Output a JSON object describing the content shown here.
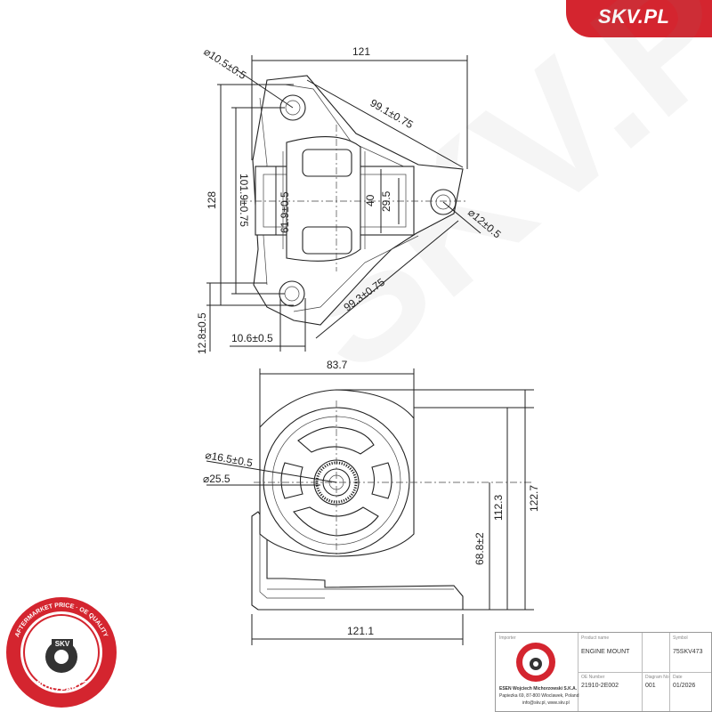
{
  "brand": {
    "label": "SKV.PL",
    "color": "#d4252f"
  },
  "watermark": {
    "text": "SKV.PL"
  },
  "drawing_top": {
    "dims": {
      "w121": "121",
      "h128": "128",
      "d105": "⌀10.5±0.5",
      "d991": "99.1±0.75",
      "d1019": "101.9±0.75",
      "d619": "61.9±0.5",
      "d40": "40",
      "d295": "29.5",
      "d12": "⌀12±0.5",
      "d993": "99.3±0.75",
      "d128b": "12.8±0.5",
      "d106": "10.6±0.5"
    }
  },
  "drawing_bottom": {
    "dims": {
      "w837": "83.7",
      "d165": "⌀16.5±0.5",
      "d255": "⌀25.5",
      "h1123": "112.3",
      "h1227": "122.7",
      "h688": "68.8±2",
      "w1211": "121.1"
    }
  },
  "title_block": {
    "importer_label": "Importer",
    "importer_name": "ESEN Wojciech Michorzowski S.K.A.",
    "importer_addr": "Papiezka 69, 87-800 Wloclawek, Poland",
    "importer_web": "info@skv.pl, www.skv.pl",
    "product_label": "Product name",
    "product_name": "ENGINE MOUNT",
    "symbol_label": "Symbol",
    "symbol": "75SKV473",
    "oe_label": "OE Number",
    "oe_number": "21910-2E002",
    "diagram_label": "Diagram No",
    "diagram_no": "001",
    "date_label": "Date",
    "date": "01/2026"
  },
  "badge": {
    "top_text": "AFTERMARKET PRICE · OE QUALITY",
    "bottom_text": "AUTO PARTS",
    "center": "SKV"
  }
}
